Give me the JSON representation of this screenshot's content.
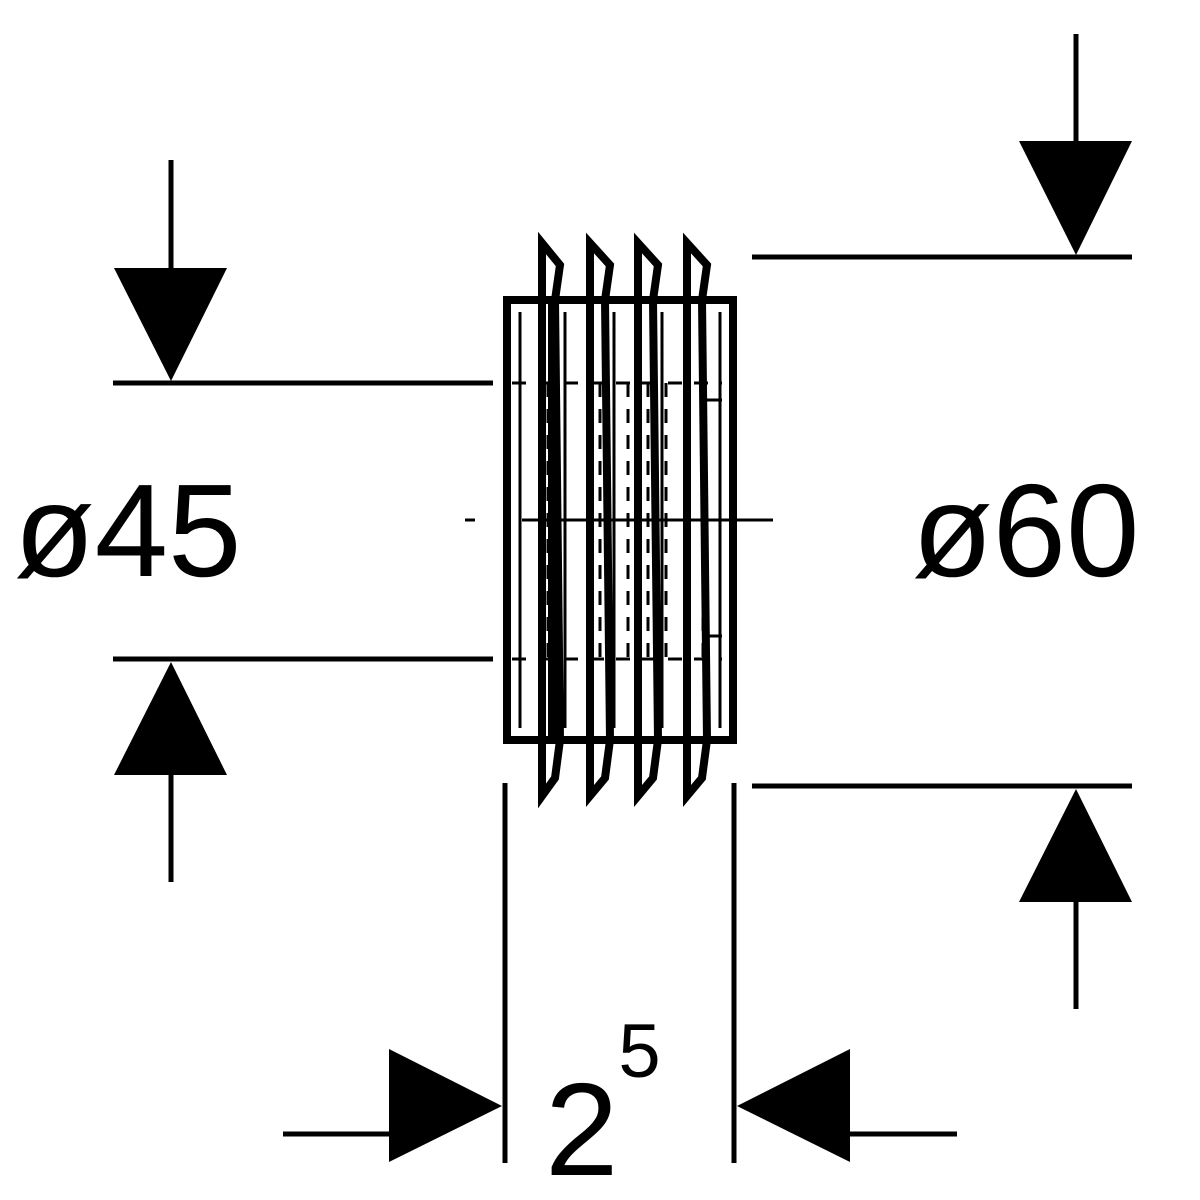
{
  "dimensions": {
    "inner_diameter": "ø45",
    "outer_diameter": "ø60",
    "length_base": "2",
    "length_sup": "5"
  },
  "colors": {
    "line": "#000000",
    "background": "#ffffff"
  }
}
